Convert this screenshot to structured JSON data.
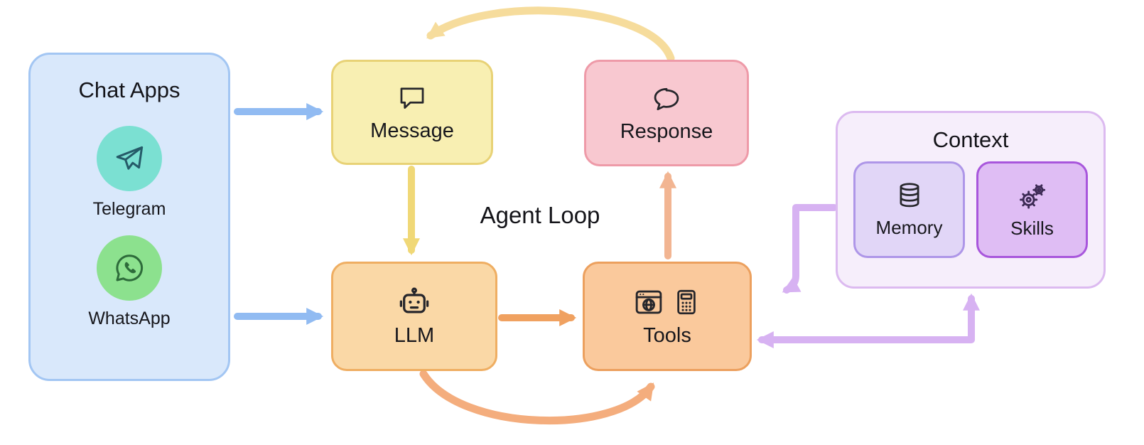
{
  "diagram_title": "Agent Loop",
  "chat_apps": {
    "title": "Chat Apps",
    "apps": [
      {
        "label": "Telegram",
        "icon": "telegram-paper-plane-icon",
        "circle_color": "#7be0d2"
      },
      {
        "label": "WhatsApp",
        "icon": "whatsapp-icon",
        "circle_color": "#8ce18e"
      }
    ]
  },
  "nodes": {
    "message": {
      "label": "Message",
      "icon": "speech-bubble-square-icon",
      "fill": "#f8efb2",
      "border": "#e8d276"
    },
    "response": {
      "label": "Response",
      "icon": "speech-bubble-round-icon",
      "fill": "#f8c8d0",
      "border": "#ee9aa8"
    },
    "llm": {
      "label": "LLM",
      "icon": "robot-icon",
      "fill": "#fad8a6",
      "border": "#efae62"
    },
    "tools": {
      "label": "Tools",
      "icon": "browser-and-calculator-icons",
      "fill": "#fac99c",
      "border": "#eca05e"
    }
  },
  "context": {
    "title": "Context",
    "memory": {
      "label": "Memory",
      "icon": "database-icon",
      "fill": "#e1d6f7",
      "border": "#ae96e8"
    },
    "skills": {
      "label": "Skills",
      "icon": "gears-icon",
      "fill": "#dfbdf4",
      "border": "#a856dc"
    }
  },
  "edges": [
    {
      "from": "chat-apps",
      "to": "message",
      "color": "#91bbf2",
      "style": "straight"
    },
    {
      "from": "chat-apps",
      "to": "llm",
      "color": "#91bbf2",
      "style": "straight"
    },
    {
      "from": "message",
      "to": "llm",
      "color": "#f0d877",
      "style": "straight"
    },
    {
      "from": "llm",
      "to": "tools",
      "color": "#f0a160",
      "style": "straight"
    },
    {
      "from": "tools",
      "to": "response",
      "color": "#f2b592",
      "style": "straight"
    },
    {
      "from": "response",
      "to": "message",
      "color": "#f6dc9c",
      "style": "curved-top"
    },
    {
      "from": "llm",
      "to": "tools",
      "color": "#f4ad7d",
      "style": "curved-bottom"
    },
    {
      "from": "context",
      "to": "tools",
      "color": "#d7b2f2",
      "style": "elbow"
    },
    {
      "from": "tools",
      "to": "context",
      "color": "#d7b2f2",
      "style": "elbow-double"
    }
  ],
  "colors": {
    "chat_apps_fill": "#d9e8fb",
    "chat_apps_border": "#a3c6f3",
    "context_fill": "#f6eefb",
    "context_border": "#dcbaf0",
    "blue_arrow": "#91bbf2",
    "yellow_arrow": "#f0d877",
    "orange_arrow": "#f0a160",
    "peach_arrow": "#f2b592",
    "purple_arrow": "#d7b2f2"
  }
}
